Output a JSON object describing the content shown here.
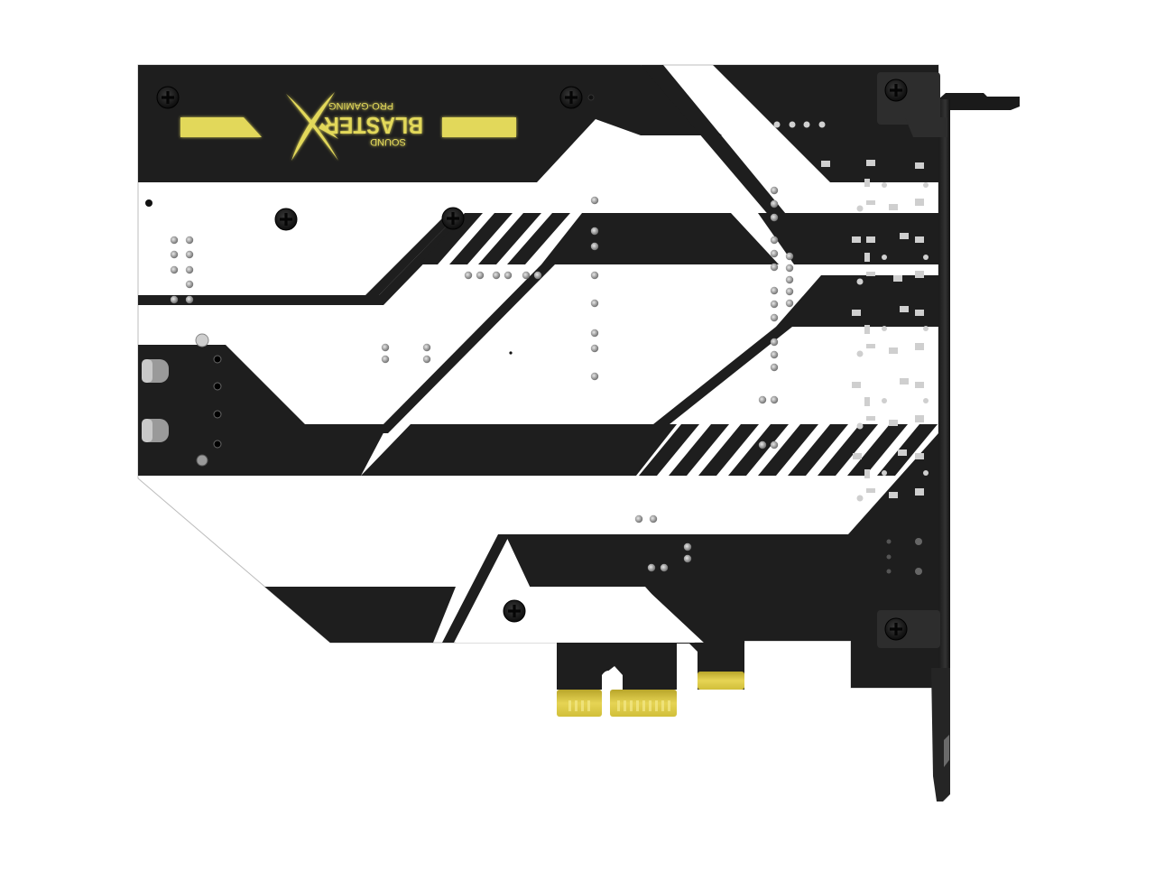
{
  "product": {
    "logo": {
      "brand_top": "SOUND",
      "brand_main": "BLASTER",
      "brand_mark": "X",
      "brand_sub": "PRO-GAMING",
      "orientation": "rotated 180°"
    }
  },
  "colors": {
    "background": "#ffffff",
    "pcb_black": "#1e1e1e",
    "pcb_white": "#ffffff",
    "logo_yellow": "#e2d85a",
    "gold_contacts": "#d8c43a",
    "bracket": "#2a2a2a",
    "component_grey": "#c8c8c8"
  },
  "icons": {
    "screw": "phillips-screw-icon",
    "pcie_connector": "pcie-gold-fingers",
    "bracket": "pci-bracket"
  }
}
